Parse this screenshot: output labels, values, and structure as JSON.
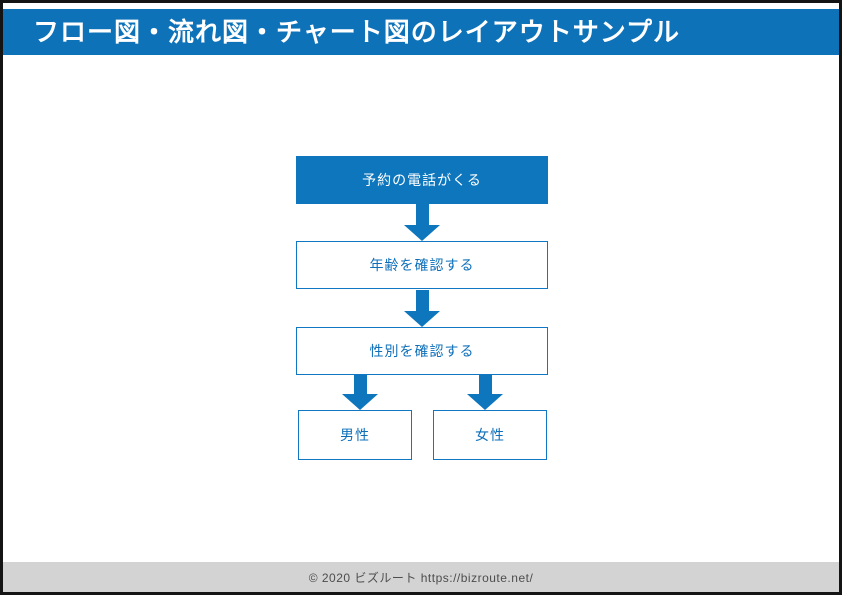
{
  "title": "フロー図・流れ図・チャート図のレイアウトサンプル",
  "flowchart": {
    "nodes": [
      {
        "id": "start",
        "label": "予約の電話がくる",
        "style": "filled"
      },
      {
        "id": "check-age",
        "label": "年齢を確認する",
        "style": "outlined"
      },
      {
        "id": "check-gender",
        "label": "性別を確認する",
        "style": "outlined"
      },
      {
        "id": "male",
        "label": "男性",
        "style": "outlined"
      },
      {
        "id": "female",
        "label": "女性",
        "style": "outlined"
      }
    ]
  },
  "footer": {
    "copyright": "© 2020 ビズルート https://bizroute.net/"
  },
  "colors": {
    "title_bar_blue": "#0e72b9",
    "node_fill_blue": "#0d76bd",
    "node_border_blue": "#1177c3",
    "node_text_blue": "#0d6fba",
    "arrow_blue": "#0d76bd",
    "footer_bg": "#d3d3d3",
    "footer_text": "#4d4d4d",
    "page_border": "#141414"
  }
}
